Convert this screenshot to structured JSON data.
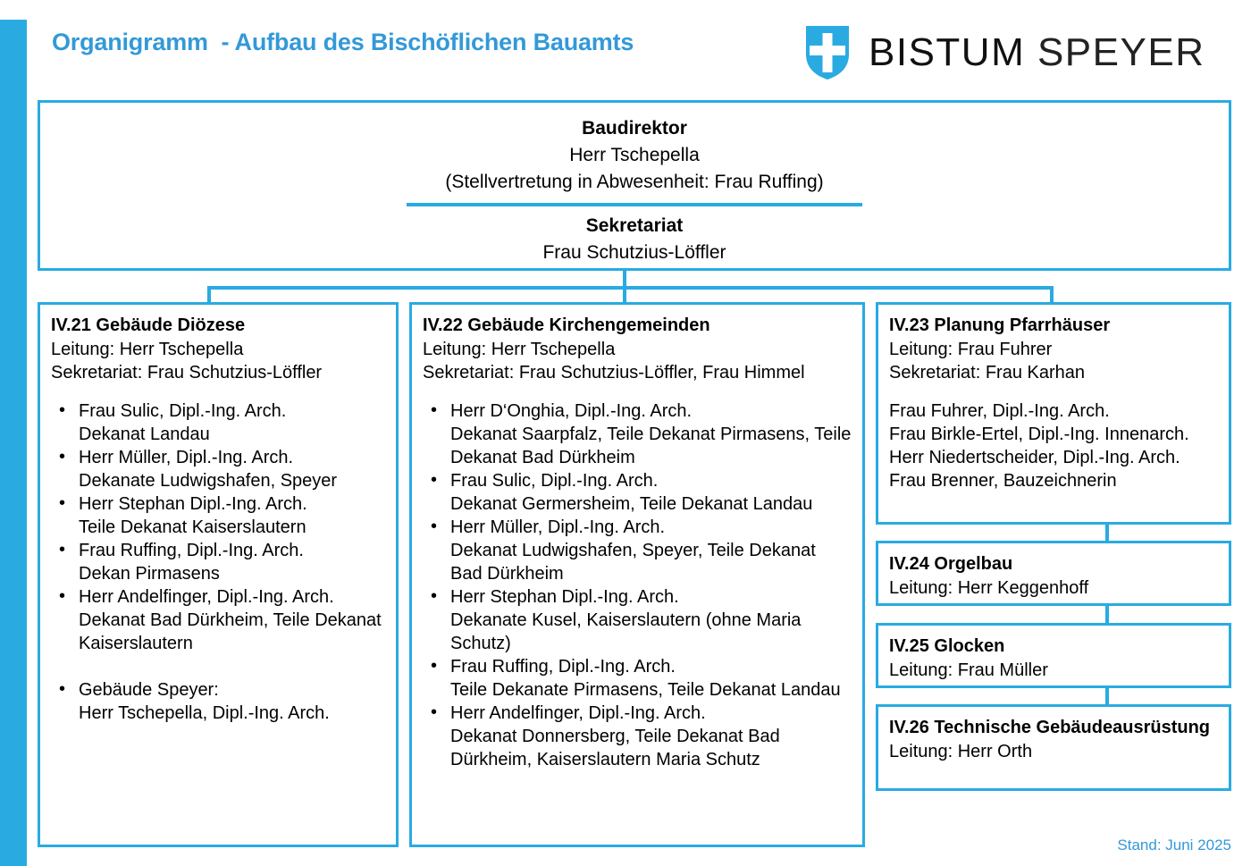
{
  "header": {
    "title": "Organigramm  - Aufbau des Bischöflichen Bauamts",
    "logo_text_bold": "BISTUM ",
    "logo_text_thin": "SPEYER",
    "accent_color": "#29ABE2",
    "title_color": "#3399D8"
  },
  "top_box": {
    "role_title": "Baudirektor",
    "role_person": "Herr Tschepella",
    "role_deputy": "(Stellvertretung in Abwesenheit: Frau Ruffing)",
    "secretariat_title": "Sekretariat",
    "secretariat_person": "Frau Schutzius-Löffler"
  },
  "columns": [
    {
      "id": "IV.21",
      "title": "IV.21 Gebäude Diözese",
      "leitung": "Leitung: Herr Tschepella",
      "sekretariat": "Sekretariat: Frau Schutzius-Löffler",
      "members": [
        {
          "name": "Frau Sulic, Dipl.-Ing. Arch.",
          "detail": "Dekanat Landau"
        },
        {
          "name": "Herr Müller, Dipl.-Ing. Arch.",
          "detail": "Dekanate Ludwigshafen, Speyer"
        },
        {
          "name": "Herr Stephan Dipl.-Ing. Arch.",
          "detail": "Teile Dekanat Kaiserslautern"
        },
        {
          "name": "Frau Ruffing, Dipl.-Ing. Arch.",
          "detail": "Dekan Pirmasens"
        },
        {
          "name": "Herr Andelfinger, Dipl.-Ing. Arch.",
          "detail": "Dekanat Bad Dürkheim, Teile Dekanat Kaiserslautern"
        },
        {
          "spacer": true
        },
        {
          "name": "Gebäude Speyer:",
          "detail": "Herr Tschepella, Dipl.-Ing. Arch."
        }
      ]
    },
    {
      "id": "IV.22",
      "title": "IV.22 Gebäude Kirchengemeinden",
      "leitung": "Leitung: Herr Tschepella",
      "sekretariat": "Sekretariat: Frau Schutzius-Löffler, Frau Himmel",
      "members": [
        {
          "name": "Herr D‘Onghia, Dipl.-Ing. Arch.",
          "detail": "Dekanat Saarpfalz, Teile Dekanat Pirmasens, Teile Dekanat Bad Dürkheim"
        },
        {
          "name": "Frau Sulic, Dipl.-Ing. Arch.",
          "detail": "Dekanat Germersheim, Teile Dekanat Landau"
        },
        {
          "name": "Herr Müller, Dipl.-Ing. Arch.",
          "detail": "Dekanat Ludwigshafen, Speyer, Teile Dekanat Bad Dürkheim"
        },
        {
          "name": "Herr Stephan Dipl.-Ing. Arch.",
          "detail": "Dekanate Kusel, Kaiserslautern (ohne Maria Schutz)"
        },
        {
          "name": "Frau Ruffing, Dipl.-Ing. Arch.",
          "detail": "Teile Dekanate Pirmasens, Teile Dekanat Landau"
        },
        {
          "name": "Herr Andelfinger, Dipl.-Ing. Arch.",
          "detail": "Dekanat Donnersberg, Teile Dekanat Bad Dürkheim, Kaiserslautern Maria Schutz"
        }
      ]
    },
    {
      "id": "IV.23",
      "title": "IV.23 Planung Pfarrhäuser",
      "leitung": "Leitung: Frau Fuhrer",
      "sekretariat": "Sekretariat: Frau Karhan",
      "plain_members": [
        "Frau Fuhrer, Dipl.-Ing. Arch.",
        "Frau Birkle-Ertel, Dipl.-Ing. Innenarch.",
        "Herr Niedertscheider, Dipl.-Ing. Arch.",
        "Frau Brenner, Bauzeichnerin"
      ]
    }
  ],
  "sub_boxes": [
    {
      "id": "IV.24",
      "title": "IV.24 Orgelbau",
      "leitung": "Leitung: Herr Keggenhoff"
    },
    {
      "id": "IV.25",
      "title": "IV.25 Glocken",
      "leitung": "Leitung: Frau Müller"
    },
    {
      "id": "IV.26",
      "title": "IV.26 Technische Gebäudeausrüstung",
      "leitung": "Leitung: Herr Orth"
    }
  ],
  "footer": {
    "stand": "Stand: Juni 2025"
  }
}
